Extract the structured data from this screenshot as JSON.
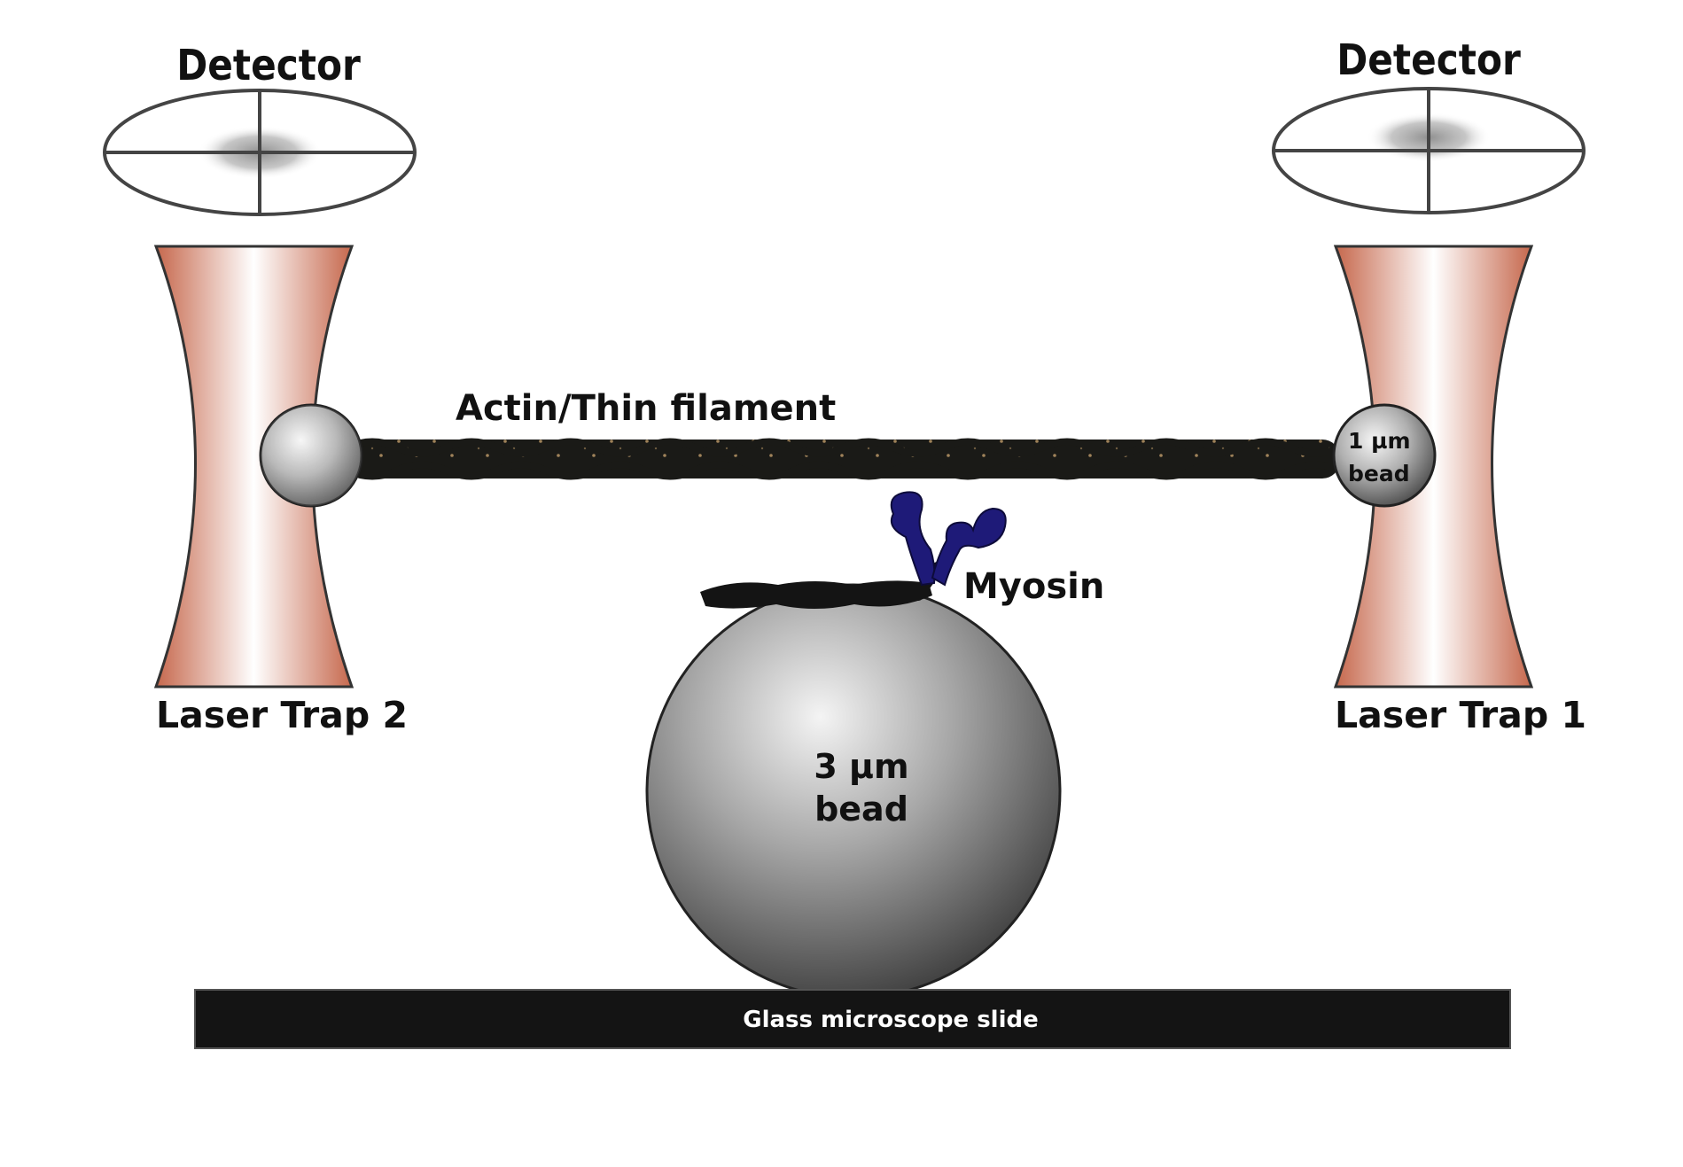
{
  "labels": {
    "detector_left": "Detector",
    "detector_right": "Detector",
    "trap_left": "Laser Trap 2",
    "trap_right": "Laser Trap 1",
    "filament": "Actin/Thin filament",
    "myosin": "Myosin",
    "large_bead_line1": "3 µm",
    "large_bead_line2": "bead",
    "small_bead_line1": "1 µm",
    "small_bead_line2": "bead",
    "slide": "Glass microscope slide"
  },
  "colors": {
    "trap_edge": "#c6684d",
    "trap_center": "#ffffff",
    "myosin": "#1e1a78",
    "filament": "#1a1a17",
    "filament_dots": "#a0835a",
    "slide": "#141414"
  }
}
